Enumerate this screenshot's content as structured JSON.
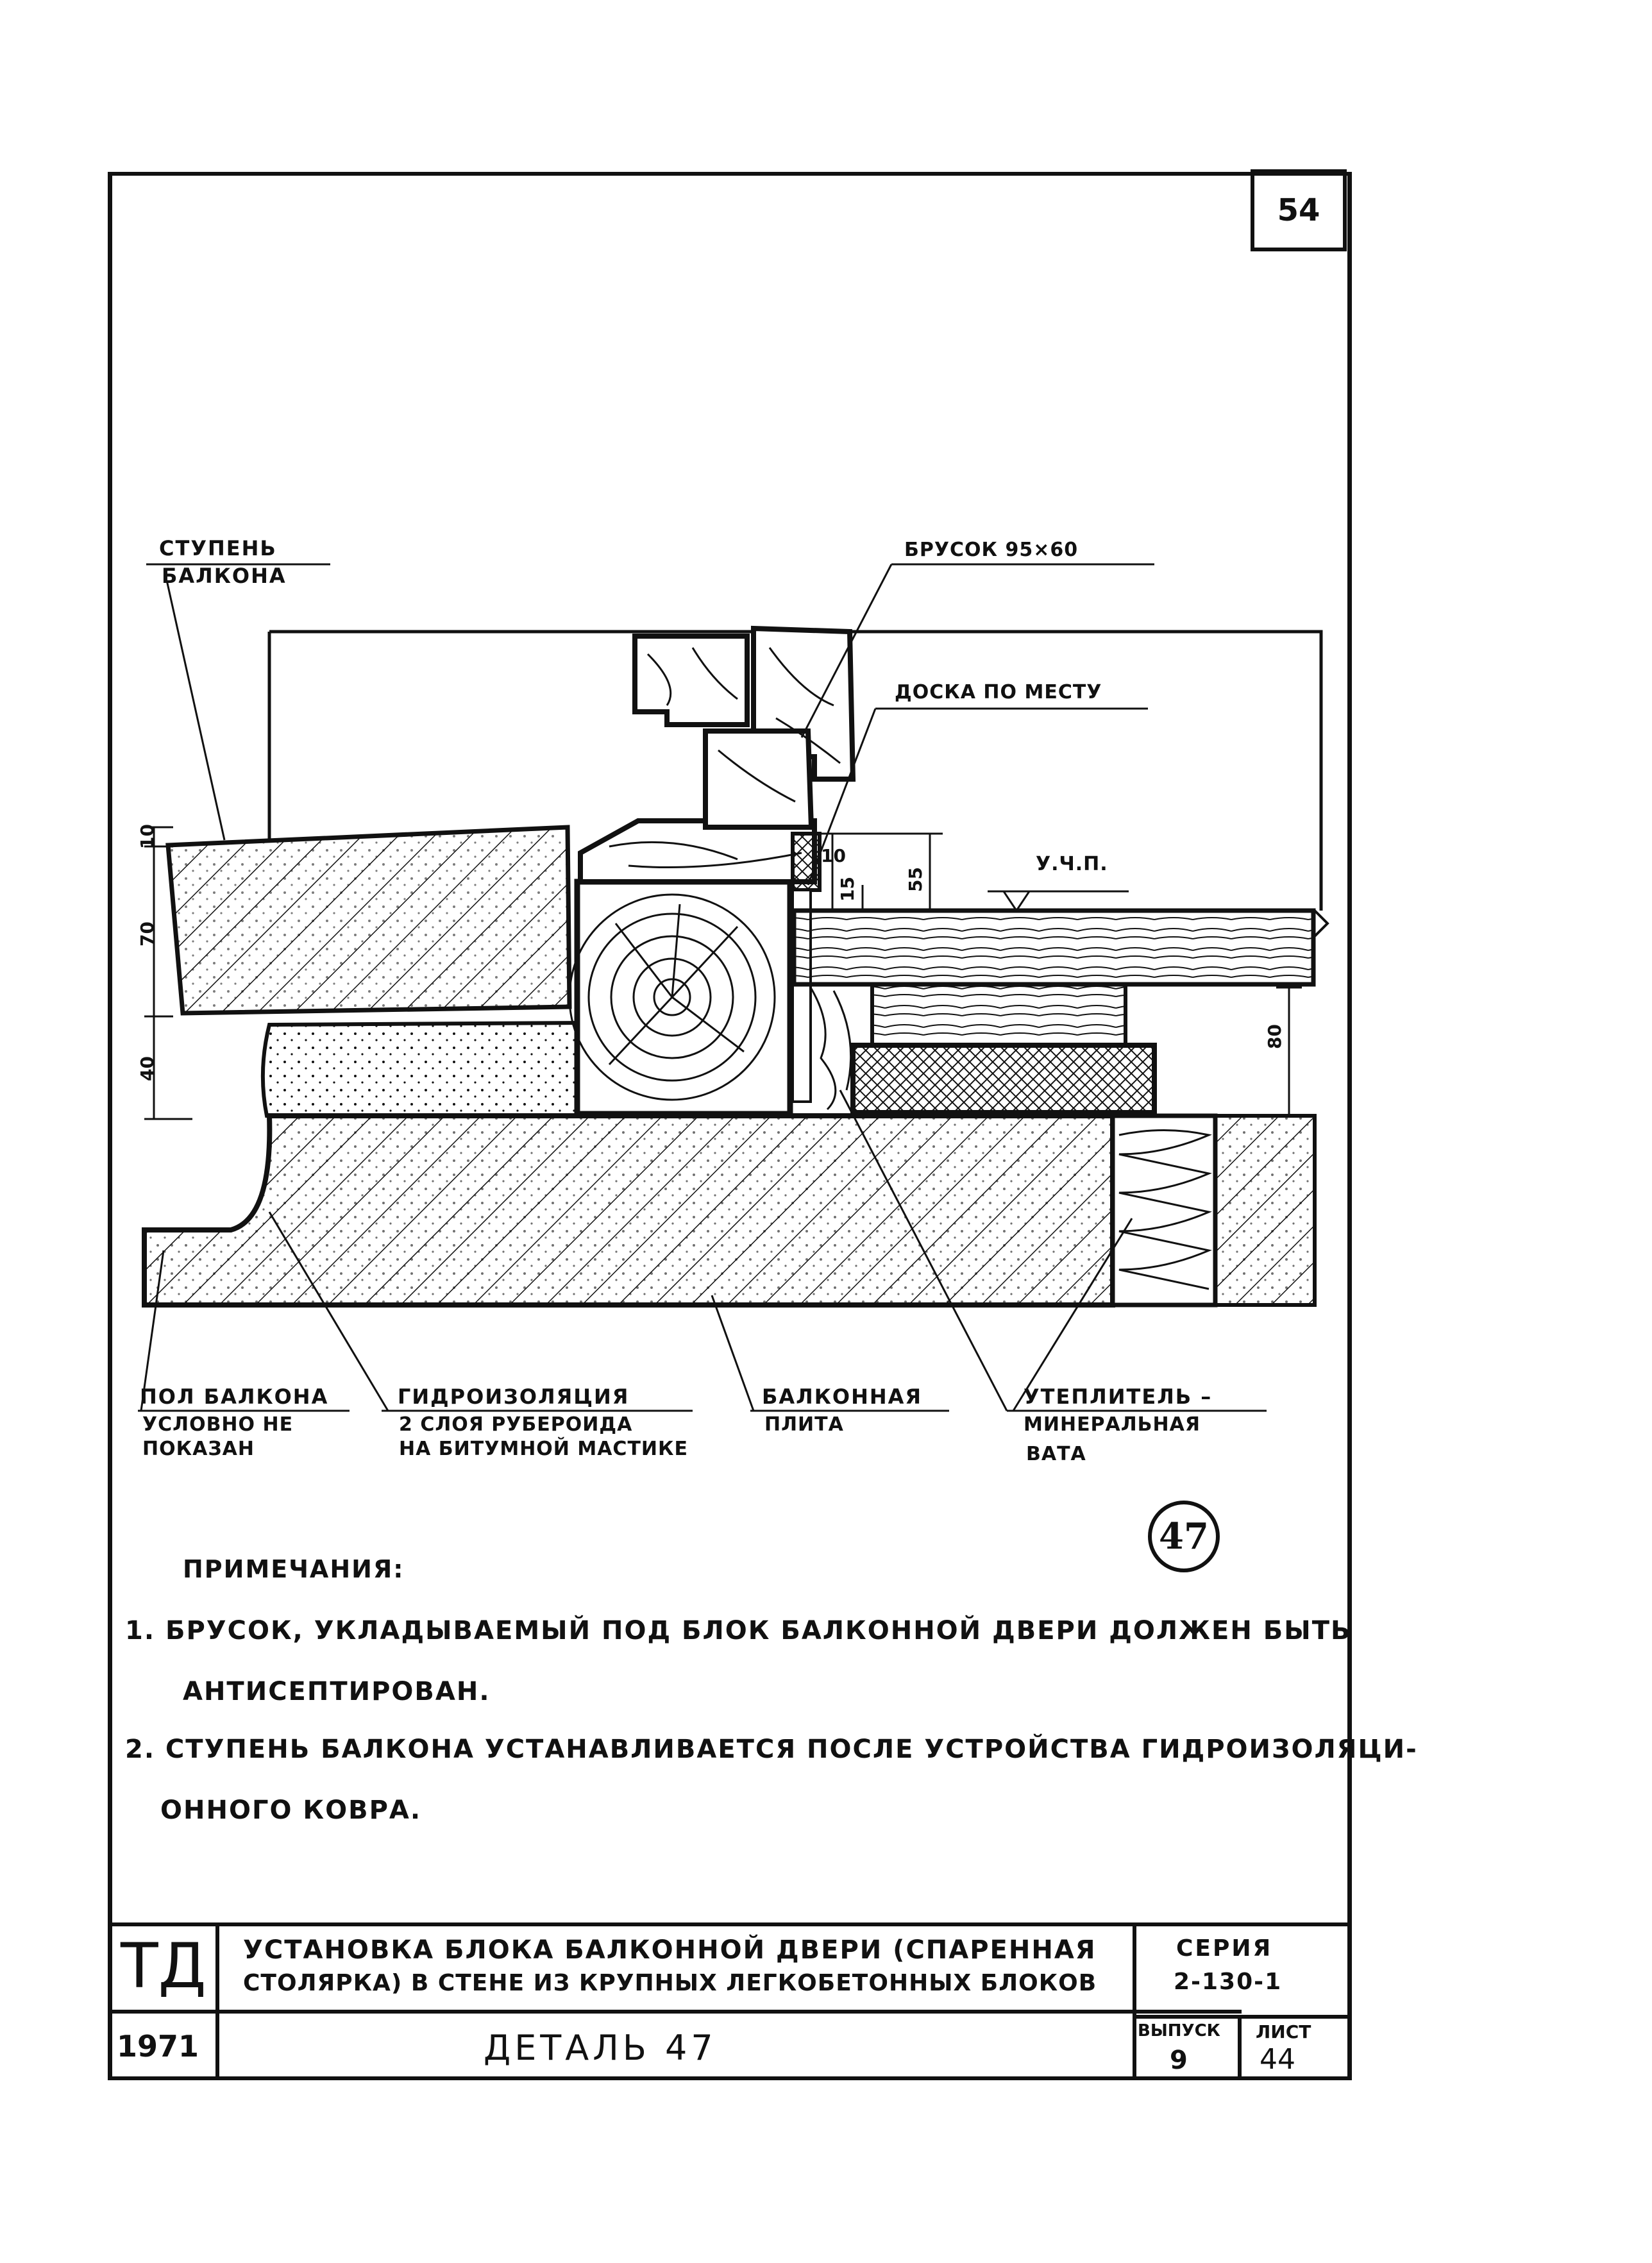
{
  "sheet_number": "54",
  "labels": {
    "step_line1": "СТУПЕНЬ",
    "step_line2": "БАЛКОНА",
    "bar": "БРУСОК 95×60",
    "board": "ДОСКА ПО МЕСТУ",
    "ucp": "У.Ч.П.",
    "floor_line1": "ПОЛ БАЛКОНА",
    "floor_line2": "УСЛОВНО НЕ",
    "floor_line3": "ПОКАЗАН",
    "hydro_line1": "ГИДРОИЗОЛЯЦИЯ",
    "hydro_line2": "2 СЛОЯ РУБЕРОИДА",
    "hydro_line3": "НА БИТУМНОЙ МАСТИКЕ",
    "slab_line1": "БАЛКОННАЯ",
    "slab_line2": "ПЛИТА",
    "insul_line1": "УТЕПЛИТЕЛЬ –",
    "insul_line2": "МИНЕРАЛЬНАЯ",
    "insul_line3": "ВАТА"
  },
  "dimensions": {
    "d10": "10",
    "d70": "70",
    "d40": "40",
    "d10b": "10",
    "d15": "15",
    "d55": "55",
    "d80": "80"
  },
  "detail_mark": "47",
  "notes": {
    "heading": "ПРИМЕЧАНИЯ:",
    "n1_line1": "1. БРУСОК, УКЛАДЫВАЕМЫЙ ПОД БЛОК БАЛКОННОЙ ДВЕРИ ДОЛЖЕН БЫТЬ",
    "n1_line2": "АНТИСЕПТИРОВАН.",
    "n2_line1": "2. СТУПЕНЬ БАЛКОНА УСТАНАВЛИВАЕТСЯ ПОСЛЕ УСТРОЙСТВА ГИДРОИЗОЛЯЦИ-",
    "n2_line2": "ОННОГО КОВРА."
  },
  "title_block": {
    "org": "ТД",
    "year": "1971",
    "title_line1": "УСТАНОВКА БЛОКА БАЛКОННОЙ ДВЕРИ (СПАРЕННАЯ",
    "title_line2": "СТОЛЯРКА) В СТЕНЕ ИЗ КРУПНЫХ ЛЕГКОБЕТОННЫХ БЛОКОВ",
    "detail_label": "ДЕТАЛЬ 47",
    "series_label": "СЕРИЯ",
    "series_value": "2-130-1",
    "issue_label": "ВЫПУСК",
    "issue_value": "9",
    "sheet_label": "ЛИСТ",
    "sheet_value": "44"
  },
  "colors": {
    "ink": "#111111",
    "paper": "#ffffff"
  }
}
